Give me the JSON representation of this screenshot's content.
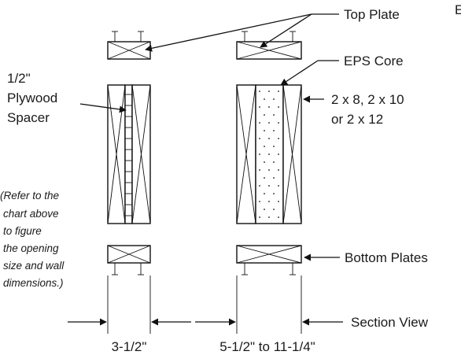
{
  "labels": {
    "top_plate": "Top Plate",
    "eps_core": "EPS Core",
    "lumber_line1": "2 x 8, 2 x 10",
    "lumber_line2": "or 2 x 12",
    "spacer_line1": "1/2\"",
    "spacer_line2": "Plywood",
    "spacer_line3": "Spacer",
    "bottom_plates": "Bottom Plates",
    "section_view": "Section View",
    "dim_left": "3-1/2\"",
    "dim_right": "5-1/2\" to 11-1/4\"",
    "corner_letter": "E"
  },
  "note_lines": [
    "(Refer to the",
    "chart above",
    "to figure",
    "the opening",
    "size and wall",
    "dimensions.)"
  ]
}
